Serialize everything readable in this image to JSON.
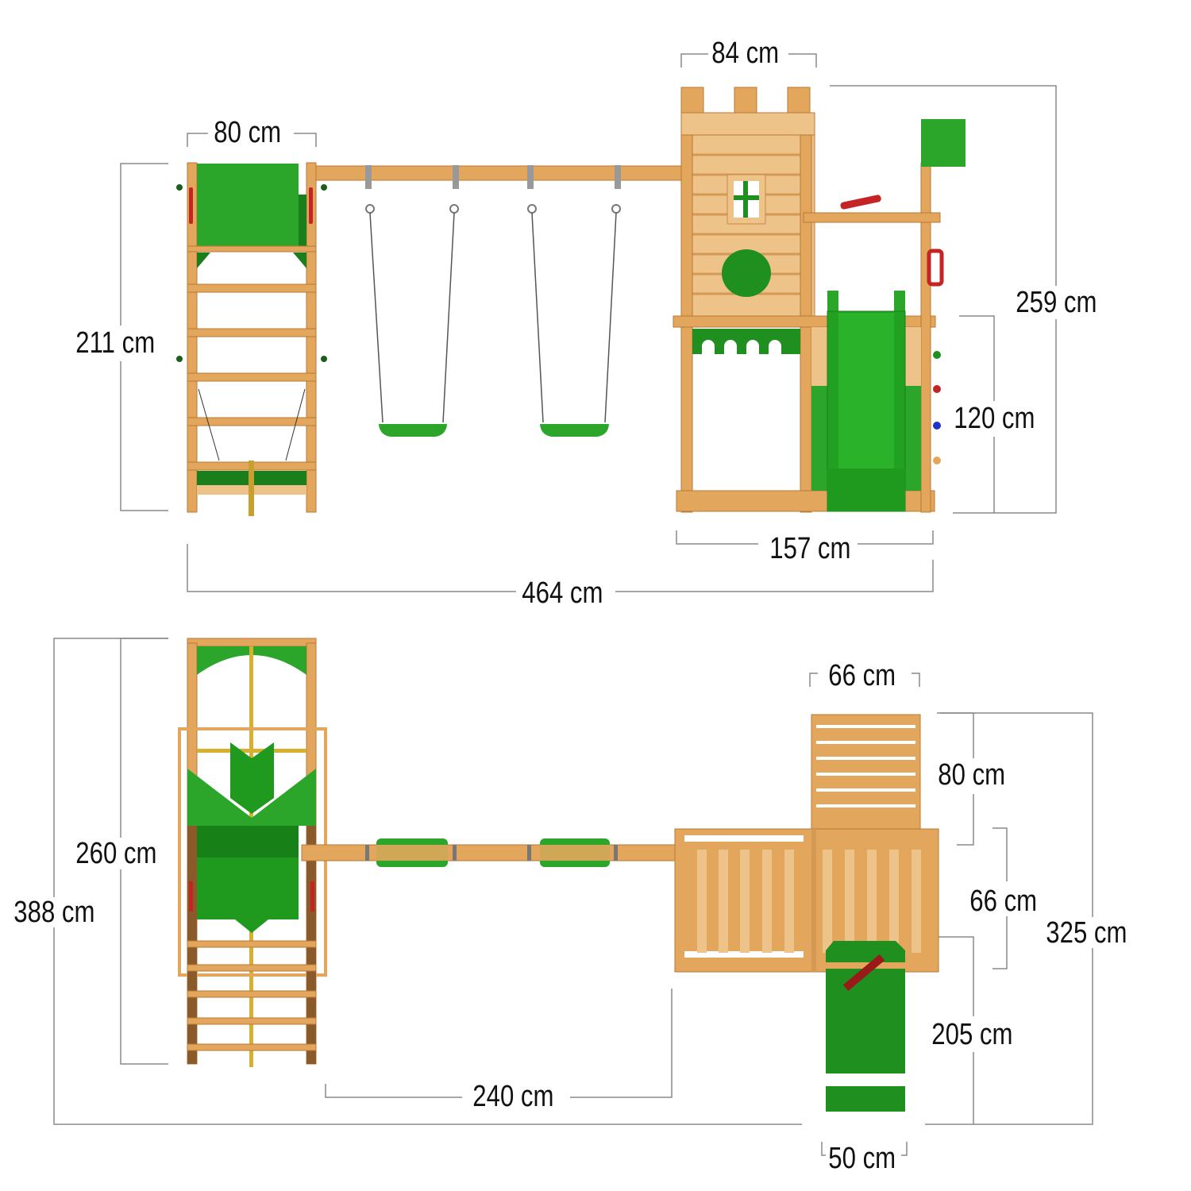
{
  "title": "Playground set dimension diagram",
  "colors": {
    "wood": "#E2A75C",
    "wood_dark": "#B97A34",
    "wood_light": "#EEC38A",
    "green": "#2BA62B",
    "green_dark": "#1A7F1A",
    "red": "#C42424",
    "dim_line": "#8A8A8A",
    "text": "#111111"
  },
  "front_view": {
    "dimensions": {
      "ladder_width": "80 cm",
      "ladder_height": "211 cm",
      "tower_width": "84 cm",
      "total_height": "259 cm",
      "platform_height": "120 cm",
      "tower_base_width": "157 cm",
      "total_width": "464 cm"
    }
  },
  "top_view": {
    "dimensions": {
      "climbing_wall_width": "66 cm",
      "climbing_wall_depth": "80 cm",
      "platform_depth": "66 cm",
      "slide_length": "205 cm",
      "total_depth_right": "325 cm",
      "slide_width": "50 cm",
      "left_module_depth": "260 cm",
      "total_depth_left": "388 cm",
      "swing_beam_span": "240 cm"
    }
  }
}
